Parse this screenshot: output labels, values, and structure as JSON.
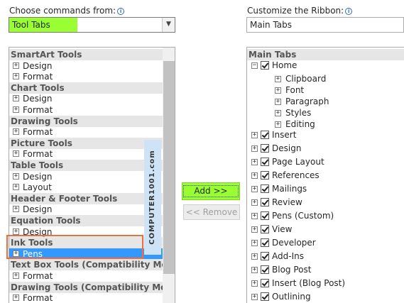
{
  "left": {
    "label": "Choose commands from:",
    "dropdown_value": "Tool Tabs",
    "rows": [
      {
        "type": "header",
        "text": "SmartArt Tools"
      },
      {
        "type": "item",
        "text": "Design"
      },
      {
        "type": "item",
        "text": "Format"
      },
      {
        "type": "header",
        "text": "Chart Tools"
      },
      {
        "type": "item",
        "text": "Design"
      },
      {
        "type": "item",
        "text": "Format"
      },
      {
        "type": "header",
        "text": "Drawing Tools"
      },
      {
        "type": "item",
        "text": "Format"
      },
      {
        "type": "header",
        "text": "Picture Tools"
      },
      {
        "type": "item",
        "text": "Format"
      },
      {
        "type": "header",
        "text": "Table Tools"
      },
      {
        "type": "item",
        "text": "Design"
      },
      {
        "type": "item",
        "text": "Layout"
      },
      {
        "type": "header",
        "text": "Header & Footer Tools"
      },
      {
        "type": "item",
        "text": "Design"
      },
      {
        "type": "header",
        "text": "Equation Tools"
      },
      {
        "type": "item",
        "text": "Design"
      },
      {
        "type": "header",
        "text": "Ink Tools"
      },
      {
        "type": "item",
        "text": "Pens",
        "selected": true
      },
      {
        "type": "header",
        "text": "Text Box Tools (Compatibility Mode)"
      },
      {
        "type": "item",
        "text": "Format"
      },
      {
        "type": "header",
        "text": "Drawing Tools (Compatibility Mode)"
      },
      {
        "type": "item",
        "text": "Format"
      }
    ]
  },
  "watermark": "COMPUTER1001.com",
  "buttons": {
    "add": "Add >>",
    "remove": "<< Remove"
  },
  "right": {
    "label": "Customize the Ribbon:",
    "dropdown_value": "Main Tabs",
    "header": "Main Tabs",
    "home": "Home",
    "home_children": [
      "Clipboard",
      "Font",
      "Paragraph",
      "Styles",
      "Editing"
    ],
    "tabs": [
      "Insert",
      "Design",
      "Page Layout",
      "References",
      "Mailings",
      "Review",
      "Pens (Custom)",
      "View",
      "Developer",
      "Add-Ins",
      "Blog Post",
      "Insert (Blog Post)",
      "Outlining"
    ]
  },
  "colors": {
    "highlight": "#99ff33",
    "selected": "#3399ff",
    "callout": "#f26b3a"
  }
}
